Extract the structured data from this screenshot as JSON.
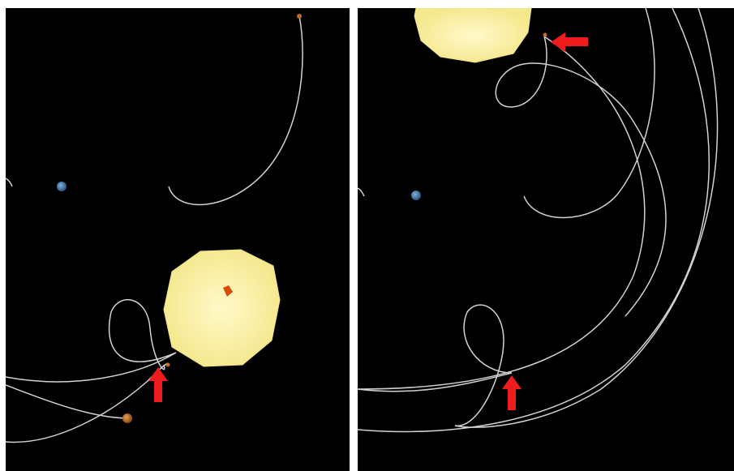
{
  "colors": {
    "background": "#000000",
    "orbit_path": "#d2d2d2",
    "sun": "#fdf3a5",
    "sunspot": "#d84a0c",
    "earth": "#3a6fa8",
    "mars": "#c07a2a",
    "marker_arrow": "#ee1c1c",
    "divider": "#ffffff"
  },
  "icons": {
    "sun": "sun-icon",
    "earth": "earth-icon",
    "planet": "planet-icon",
    "probe": "probe-marker-icon",
    "arrow": "red-arrow-icon"
  },
  "panels": [
    {
      "id": "left",
      "arrow_direction": "up"
    },
    {
      "id": "right",
      "arrow_directions": [
        "left",
        "up"
      ]
    }
  ]
}
